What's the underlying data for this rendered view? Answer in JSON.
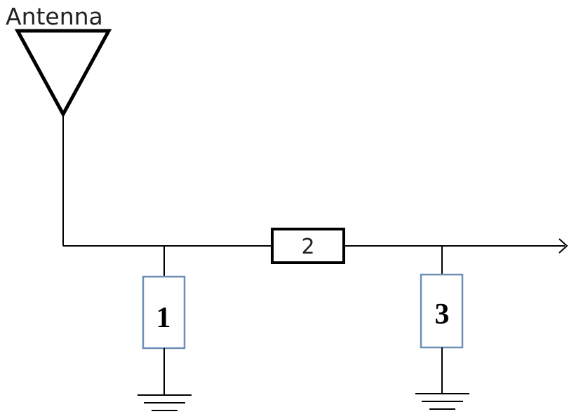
{
  "antenna": {
    "label": "Antenna"
  },
  "components": {
    "series": {
      "label": "2"
    },
    "shunt_left": {
      "label": "1"
    },
    "shunt_right": {
      "label": "3"
    }
  },
  "colors": {
    "line": "#000000",
    "shunt_border": "#6d8fb5",
    "text": "#222222"
  },
  "icons": {
    "antenna": "antenna-icon",
    "ground": "ground-icon",
    "output": "arrow-right-icon"
  }
}
